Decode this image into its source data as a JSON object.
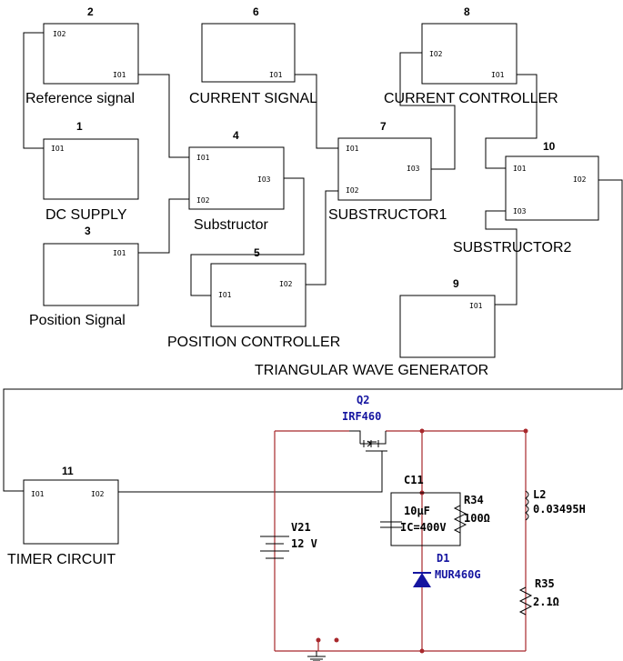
{
  "blocks": [
    {
      "number": "2",
      "label": "Reference signal",
      "pins": [
        "IO2",
        "IO1"
      ]
    },
    {
      "number": "6",
      "label": "CURRENT SIGNAL",
      "pins": [
        "IO1"
      ]
    },
    {
      "number": "8",
      "label": "CURRENT CONTROLLER",
      "pins": [
        "IO2",
        "IO1"
      ]
    },
    {
      "number": "1",
      "label": "DC SUPPLY",
      "pins": [
        "IO1"
      ]
    },
    {
      "number": "4",
      "label": "Substructor",
      "pins": [
        "IO1",
        "IO2",
        "IO3"
      ]
    },
    {
      "number": "7",
      "label": "SUBSTRUCTOR1",
      "pins": [
        "IO1",
        "IO2",
        "IO3"
      ]
    },
    {
      "number": "10",
      "label": "SUBSTRUCTOR2",
      "pins": [
        "IO1",
        "IO3",
        "IO2"
      ]
    },
    {
      "number": "3",
      "label": "Position Signal",
      "pins": [
        "IO1"
      ]
    },
    {
      "number": "5",
      "label": "POSITION CONTROLLER",
      "pins": [
        "IO1",
        "IO2"
      ]
    },
    {
      "number": "9",
      "label": "TRIANGULAR WAVE GENERATOR",
      "pins": [
        "IO1"
      ]
    },
    {
      "number": "11",
      "label": "TIMER CIRCUIT",
      "pins": [
        "IO1",
        "IO2"
      ]
    }
  ],
  "components": {
    "q2": {
      "ref": "Q2",
      "value": "IRF460"
    },
    "c11": {
      "ref": "C11",
      "value": "10µF",
      "ic": "IC=400V"
    },
    "r34": {
      "ref": "R34",
      "value": "100Ω"
    },
    "v21": {
      "ref": "V21",
      "value": "12 V"
    },
    "d1": {
      "ref": "D1",
      "value": "MUR460G"
    },
    "l2": {
      "ref": "L2",
      "value": "0.03495H"
    },
    "r35": {
      "ref": "R35",
      "value": "2.1Ω"
    }
  },
  "colors": {
    "wire": "#000000",
    "power_wire": "#a8282c",
    "component_label": "#1515a0"
  }
}
